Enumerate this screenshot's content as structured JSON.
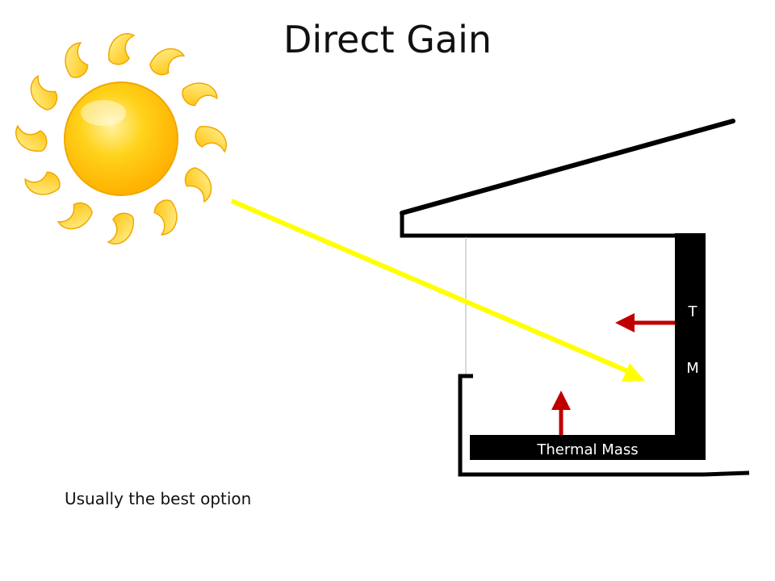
{
  "title": "Direct Gain",
  "caption": "Usually the best option",
  "labels": {
    "thermal_mass": "Thermal Mass",
    "wall_letter_1": "T",
    "wall_letter_2": "M"
  },
  "colors": {
    "sun_ray": "#ffff00",
    "heat_arrow": "#c00000",
    "structure": "#000000",
    "sun_core": "#ffcc00",
    "sun_petal": "#ffd21a"
  },
  "icons": {
    "sun": "sun-icon"
  }
}
